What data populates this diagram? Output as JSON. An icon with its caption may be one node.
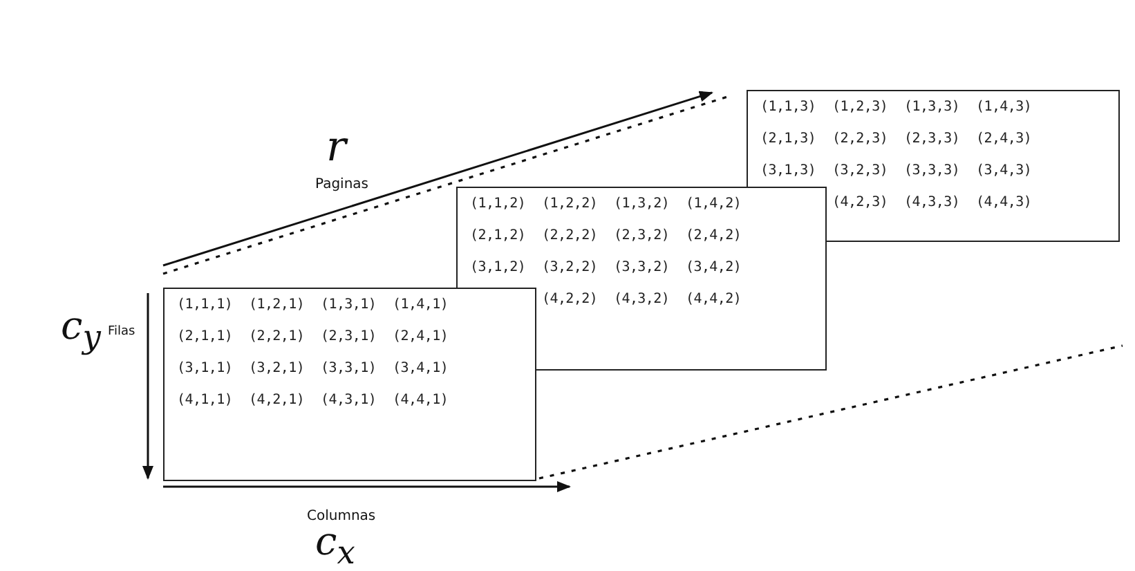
{
  "diagram": {
    "nodes": [
      {
        "text": [
          "(1,1,1)",
          "(1,2,1)",
          "(1,3,1)",
          "(1,4,1)",
          "(2,1,1)",
          "(2,2,1)",
          "(2,3,1)",
          "(2,4,1)",
          "(3,1,1)",
          "(3,2,1)",
          "(3,3,1)",
          "(3,4,1)",
          "(4,1,1)",
          "(4,2,1)",
          "(4,3,1)",
          "(4,4,1)"
        ]
      },
      {
        "text": [
          "(1,1,2)",
          "(1,2,2)",
          "(1,3,2)",
          "(1,4,2)",
          "(2,1,2)",
          "(2,2,2)",
          "(2,3,2)",
          "(2,4,2)",
          "(3,1,2)",
          "(3,2,2)",
          "(3,3,2)",
          "(3,4,2)",
          "(4,2,2)",
          "(4,3,2)",
          "(4,4,2)"
        ]
      },
      {
        "text": [
          "(1,1,3)",
          "(1,2,3)",
          "(1,3,3)",
          "(1,4,3)",
          "(2,1,3)",
          "(2,2,3)",
          "(2,3,3)",
          "(2,4,3)",
          "(3,1,3)",
          "(3,2,3)",
          "(3,3,3)",
          "(3,4,3)",
          "(4,2,3)",
          "(4,3,3)",
          "(4,4,3)"
        ]
      }
    ],
    "labels": [
      "r",
      "Paginas",
      "c$_{y}$",
      "Filas",
      "Columnas",
      "c$_{x}$"
    ]
  }
}
